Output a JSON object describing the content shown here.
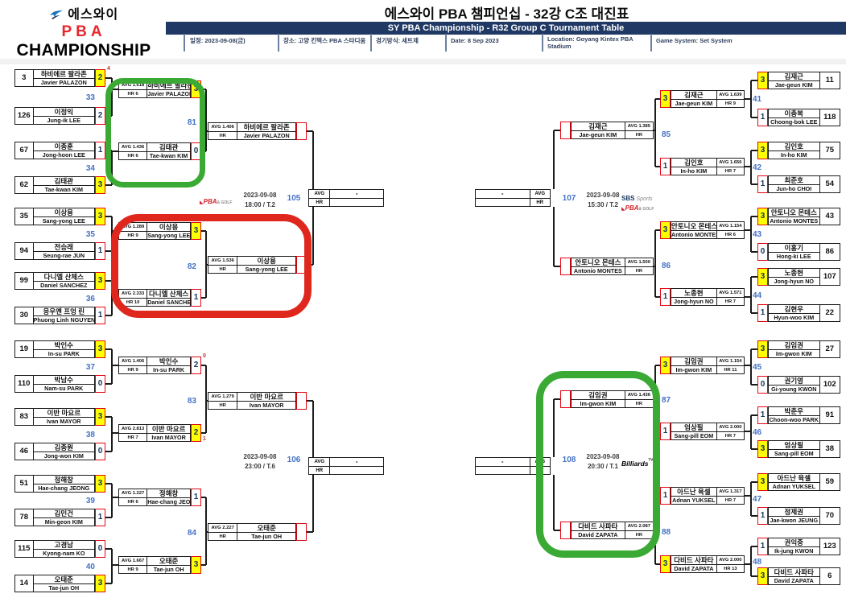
{
  "header": {
    "logo": {
      "line1": "에스와이",
      "line2": "PBA",
      "line3": "CHAMPIONSHIP",
      "icon": "sy-swoosh-icon"
    },
    "title": "에스와이 PBA 챔피언십 - 32강 C조 대진표",
    "subtitle": "SY PBA Championship - R32 Group C Tournament Table",
    "info": [
      "일정: 2023-09-08(금)",
      "장소: 고양 킨텍스 PBA 스타디움",
      "경기방식: 세트제",
      "Date: 8 Sep 2023",
      "Location: Goyang Kintex PBA Stadium",
      "Game System: Set System"
    ]
  },
  "logos": {
    "pba": {
      "icon": "◣",
      "a": "PBA",
      "b": "& GOLF"
    },
    "sbs": {
      "a": "SBS",
      "b": "Sports"
    },
    "btv": {
      "a": "Billiards",
      "b": "TV"
    }
  },
  "colors": {
    "navy_bar": "#1F3864",
    "match_number_blue": "#4472C4",
    "winner_yellow": "#FFFF00",
    "score_border_red": "#E30613",
    "annotation_green": "#3AAA35",
    "annotation_red": "#E0271E"
  },
  "bracket": {
    "r32": [
      {
        "no": "33",
        "p1": {
          "seed": "3",
          "kr": "하비에르 팔라존",
          "en": "Javier PALAZON",
          "score": "2",
          "win": true,
          "tb": "4"
        },
        "p2": {
          "seed": "126",
          "kr": "이정익",
          "en": "Jung-ik LEE",
          "score": "2",
          "win": false
        }
      },
      {
        "no": "34",
        "p1": {
          "seed": "67",
          "kr": "이종훈",
          "en": "Jong-hoon LEE",
          "score": "1",
          "win": false
        },
        "p2": {
          "seed": "62",
          "kr": "김태관",
          "en": "Tae-kwan KIM",
          "score": "3",
          "win": true
        }
      },
      {
        "no": "35",
        "p1": {
          "seed": "35",
          "kr": "이상용",
          "en": "Sang-yong LEE",
          "score": "3",
          "win": true
        },
        "p2": {
          "seed": "94",
          "kr": "전승래",
          "en": "Seung-rae JUN",
          "score": "1",
          "win": false
        }
      },
      {
        "no": "36",
        "p1": {
          "seed": "99",
          "kr": "다니엘 산체스",
          "en": "Daniel SANCHEZ",
          "score": "3",
          "win": true
        },
        "p2": {
          "seed": "30",
          "kr": "응우옌 프엉 린",
          "en": "Phuong Linh NGUYEN",
          "score": "1",
          "win": false
        }
      },
      {
        "no": "37",
        "p1": {
          "seed": "19",
          "kr": "박인수",
          "en": "In-su PARK",
          "score": "3",
          "win": true
        },
        "p2": {
          "seed": "110",
          "kr": "박남수",
          "en": "Nam-su PARK",
          "score": "0",
          "win": false
        }
      },
      {
        "no": "38",
        "p1": {
          "seed": "83",
          "kr": "이반 마요르",
          "en": "Ivan MAYOR",
          "score": "3",
          "win": true
        },
        "p2": {
          "seed": "46",
          "kr": "김종원",
          "en": "Jong-won KIM",
          "score": "0",
          "win": false
        }
      },
      {
        "no": "39",
        "p1": {
          "seed": "51",
          "kr": "정해창",
          "en": "Hae-chang JEONG",
          "score": "3",
          "win": true
        },
        "p2": {
          "seed": "78",
          "kr": "김민건",
          "en": "Min-geon KIM",
          "score": "1",
          "win": false
        }
      },
      {
        "no": "40",
        "p1": {
          "seed": "115",
          "kr": "고경남",
          "en": "Kyong-nam KO",
          "score": "0",
          "win": false
        },
        "p2": {
          "seed": "14",
          "kr": "오태준",
          "en": "Tae-jun OH",
          "score": "3",
          "win": true
        }
      },
      {
        "no": "41",
        "p1": {
          "seed": "11",
          "kr": "김재근",
          "en": "Jae-geun KIM",
          "score": "3",
          "win": true
        },
        "p2": {
          "seed": "118",
          "kr": "이충복",
          "en": "Choong-bok LEE",
          "score": "1",
          "win": false
        }
      },
      {
        "no": "42",
        "p1": {
          "seed": "75",
          "kr": "김인호",
          "en": "In-ho KIM",
          "score": "3",
          "win": true
        },
        "p2": {
          "seed": "54",
          "kr": "최준호",
          "en": "Jun-ho CHOI",
          "score": "1",
          "win": false
        }
      },
      {
        "no": "43",
        "p1": {
          "seed": "43",
          "kr": "안토니오 몬테스",
          "en": "Antonio MONTES",
          "score": "3",
          "win": true
        },
        "p2": {
          "seed": "86",
          "kr": "이홍기",
          "en": "Hong-ki LEE",
          "score": "0",
          "win": false
        }
      },
      {
        "no": "44",
        "p1": {
          "seed": "107",
          "kr": "노종현",
          "en": "Jong-hyun NO",
          "score": "3",
          "win": true
        },
        "p2": {
          "seed": "22",
          "kr": "김현우",
          "en": "Hyun-woo KIM",
          "score": "1",
          "win": false
        }
      },
      {
        "no": "45",
        "p1": {
          "seed": "27",
          "kr": "김임권",
          "en": "Im-gwon KIM",
          "score": "3",
          "win": true
        },
        "p2": {
          "seed": "102",
          "kr": "권기영",
          "en": "Gi-young KWON",
          "score": "0",
          "win": false
        }
      },
      {
        "no": "46",
        "p1": {
          "seed": "91",
          "kr": "박춘우",
          "en": "Choon-woo PARK",
          "score": "1",
          "win": false
        },
        "p2": {
          "seed": "38",
          "kr": "엄상필",
          "en": "Sang-pill EOM",
          "score": "3",
          "win": true
        }
      },
      {
        "no": "47",
        "p1": {
          "seed": "59",
          "kr": "아드난 육셀",
          "en": "Adnan YUKSEL",
          "score": "3",
          "win": true
        },
        "p2": {
          "seed": "70",
          "kr": "정제권",
          "en": "Jae-kwon JEUNG",
          "score": "1",
          "win": false
        }
      },
      {
        "no": "48",
        "p1": {
          "seed": "123",
          "kr": "권익중",
          "en": "Ik-jung KWON",
          "score": "1",
          "win": false
        },
        "p2": {
          "seed": "6",
          "kr": "다비드 사파타",
          "en": "David ZAPATA",
          "score": "3",
          "win": true
        }
      }
    ],
    "r16": [
      {
        "no": "81",
        "p1": {
          "avg": "AVG 1.618",
          "hr": "HR 6",
          "kr": "하비에르 팔라존",
          "en": "Javier PALAZON",
          "score": "3",
          "win": true
        },
        "p2": {
          "avg": "AVG 1.436",
          "hr": "HR 6",
          "kr": "김태관",
          "en": "Tae-kwan KIM",
          "score": "0",
          "win": false
        }
      },
      {
        "no": "82",
        "p1": {
          "avg": "AVG 1.289",
          "hr": "HR 9",
          "kr": "이상용",
          "en": "Sang-yong LEE",
          "score": "3",
          "win": true
        },
        "p2": {
          "avg": "AVG 2.333",
          "hr": "HR 10",
          "kr": "다니엘 산체스",
          "en": "Daniel SANCHEZ",
          "score": "1",
          "win": false
        }
      },
      {
        "no": "83",
        "p1": {
          "avg": "AVG 1.406",
          "hr": "HR 9",
          "kr": "박인수",
          "en": "In-su PARK",
          "score": "2",
          "win": false,
          "tb": "0"
        },
        "p2": {
          "avg": "AVG 2.813",
          "hr": "HR 7",
          "kr": "이반 마요르",
          "en": "Ivan MAYOR",
          "score": "2",
          "win": true,
          "tb": "1"
        }
      },
      {
        "no": "84",
        "p1": {
          "avg": "AVG 1.227",
          "hr": "HR 6",
          "kr": "정해창",
          "en": "Hae-chang JEONG",
          "score": "1",
          "win": false
        },
        "p2": {
          "avg": "AVG 1.667",
          "hr": "HR 9",
          "kr": "오태준",
          "en": "Tae-jun OH",
          "score": "3",
          "win": true
        }
      },
      {
        "no": "85",
        "p1": {
          "avg": "AVG 1.639",
          "hr": "HR 9",
          "kr": "김재근",
          "en": "Jae-geun KIM",
          "score": "3",
          "win": true
        },
        "p2": {
          "avg": "AVG 1.656",
          "hr": "HR 7",
          "kr": "김인호",
          "en": "In-ho KIM",
          "score": "1",
          "win": false
        }
      },
      {
        "no": "86",
        "p1": {
          "avg": "AVG 1.154",
          "hr": "HR 6",
          "kr": "안토니오 몬테스",
          "en": "Antonio MONTES",
          "score": "3",
          "win": true
        },
        "p2": {
          "avg": "AVG 1.571",
          "hr": "HR 7",
          "kr": "노종현",
          "en": "Jong-hyun NO",
          "score": "1",
          "win": false
        }
      },
      {
        "no": "87",
        "p1": {
          "avg": "AVG 1.154",
          "hr": "HR 11",
          "kr": "김임권",
          "en": "Im-gwon KIM",
          "score": "3",
          "win": true
        },
        "p2": {
          "avg": "AVG 2.000",
          "hr": "HR 7",
          "kr": "엄상필",
          "en": "Sang-pill EOM",
          "score": "1",
          "win": false
        }
      },
      {
        "no": "88",
        "p1": {
          "avg": "AVG 1.317",
          "hr": "HR 7",
          "kr": "아드난 육셀",
          "en": "Adnan YUKSEL",
          "score": "1",
          "win": false
        },
        "p2": {
          "avg": "AVG 2.000",
          "hr": "HR 13",
          "kr": "다비드 사파타",
          "en": "David ZAPATA",
          "score": "3",
          "win": true
        }
      }
    ],
    "slots": [
      {
        "avg": "AVG 1.406",
        "hr": "HR",
        "kr": "하비에르 팔라존",
        "en": "Javier PALAZON"
      },
      {
        "avg": "AVG 1.536",
        "hr": "HR",
        "kr": "이상용",
        "en": "Sang-yong LEE"
      },
      {
        "avg": "AVG 1.279",
        "hr": "HR",
        "kr": "이반 마요르",
        "en": "Ivan MAYOR"
      },
      {
        "avg": "AVG 2.227",
        "hr": "HR",
        "kr": "오태준",
        "en": "Tae-jun OH"
      },
      {
        "avg": "AVG 1.385",
        "hr": "HR",
        "kr": "김재근",
        "en": "Jae-geun KIM"
      },
      {
        "avg": "AVG 1.500",
        "hr": "HR",
        "kr": "안토니오 몬테스",
        "en": "Antonio MONTES"
      },
      {
        "avg": "AVG 1.436",
        "hr": "HR",
        "kr": "김임권",
        "en": "Im-gwon KIM"
      },
      {
        "avg": "AVG 2.087",
        "hr": "HR",
        "kr": "다비드 사파타",
        "en": "David ZAPATA"
      }
    ],
    "qf": [
      {
        "no": "105",
        "date": "2023-09-08",
        "time": "18:00 / T.2",
        "avg_label": "AVG",
        "hr_label": "HR",
        "avg_value": "-",
        "hr_value": "",
        "logos": [
          "pba"
        ]
      },
      {
        "no": "106",
        "date": "2023-09-08",
        "time": "23:00 / T.6",
        "avg_label": "AVG",
        "hr_label": "HR",
        "avg_value": "-",
        "hr_value": "",
        "logos": []
      },
      {
        "no": "107",
        "date": "2023-09-08",
        "time": "15:30 / T.2",
        "avg_label": "AVG",
        "hr_label": "HR",
        "avg_value": "-",
        "hr_value": "",
        "logos": [
          "sbs",
          "pba"
        ]
      },
      {
        "no": "108",
        "date": "2023-09-08",
        "time": "20:30 / T.1",
        "avg_label": "AVG",
        "hr_label": "HR",
        "avg_value": "-",
        "hr_value": "",
        "logos": [
          "btv"
        ]
      }
    ]
  },
  "annotations": [
    {
      "id": "green-box-match-81",
      "color": "#3AAA35"
    },
    {
      "id": "red-box-match-82",
      "color": "#E0271E"
    },
    {
      "id": "green-box-match-108",
      "color": "#3AAA35"
    }
  ]
}
